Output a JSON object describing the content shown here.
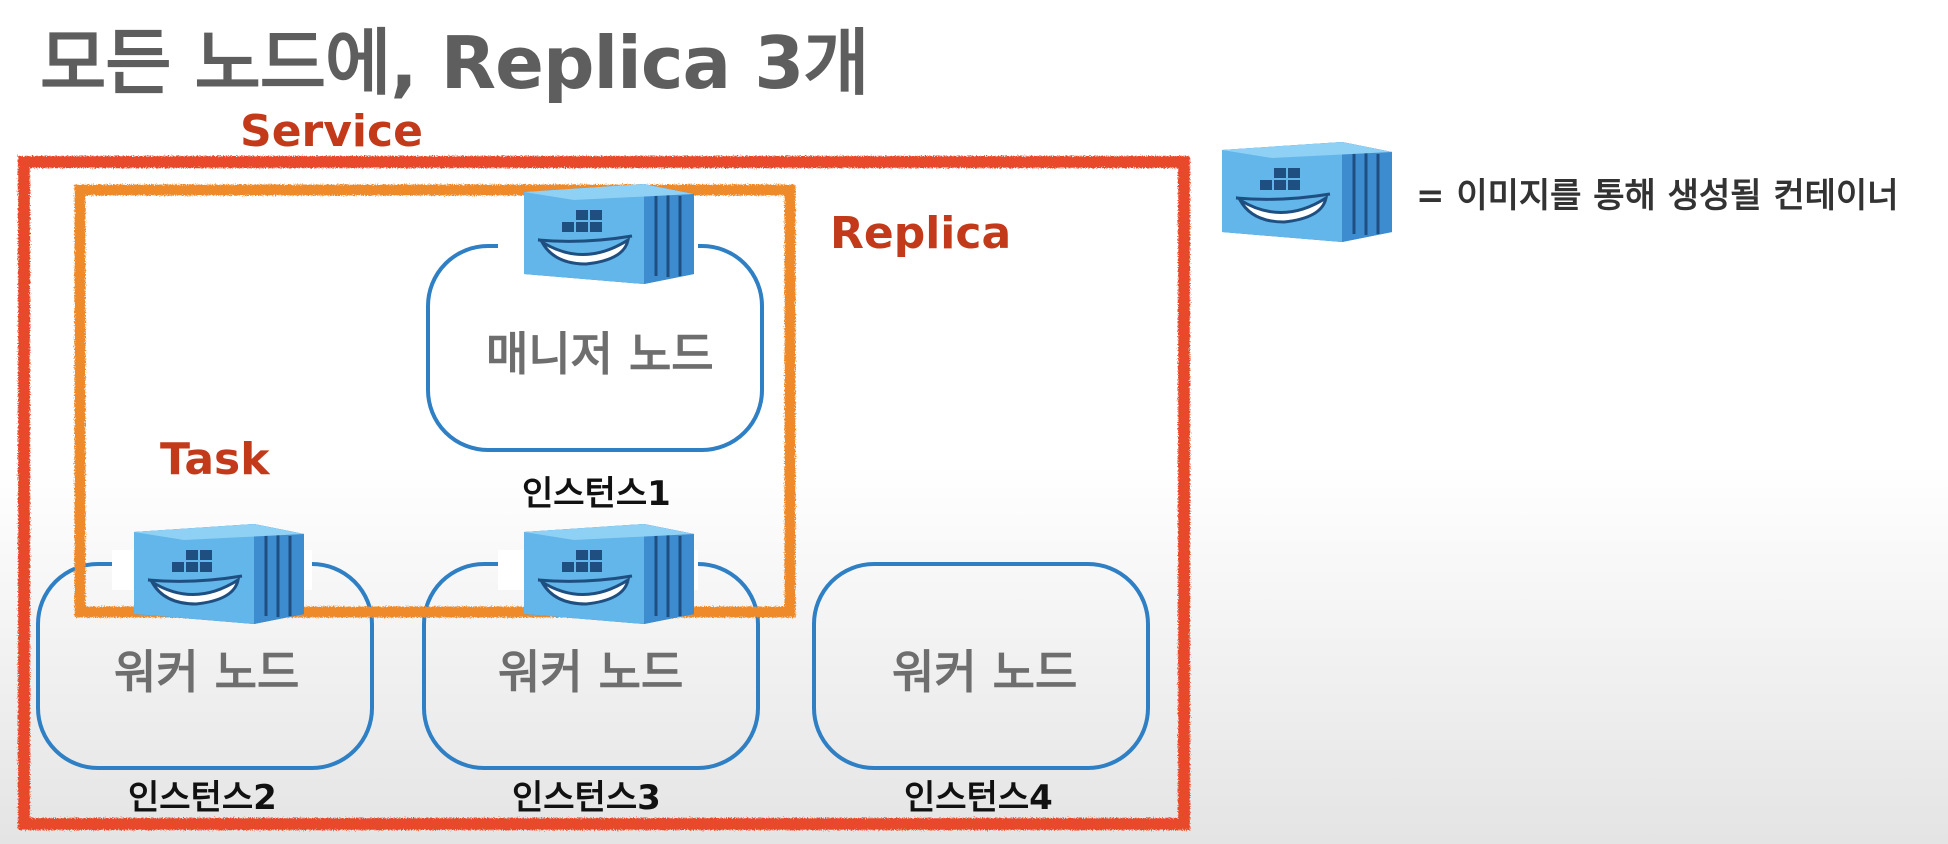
{
  "title": "모든 노드에, Replica 3개",
  "labels": {
    "service": "Service",
    "replica": "Replica",
    "task": "Task"
  },
  "legend": {
    "icon": "docker-container-icon",
    "text": "= 이미지를 통해 생성될 컨테이너"
  },
  "nodes": {
    "manager": {
      "name": "매니저 노드",
      "instance": "인스턴스1"
    },
    "worker1": {
      "name": "워커 노드",
      "instance": "인스턴스2"
    },
    "worker2": {
      "name": "워커 노드",
      "instance": "인스턴스3"
    },
    "worker3": {
      "name": "워커 노드",
      "instance": "인스턴스4"
    }
  },
  "colors": {
    "service_border": "#e8482a",
    "replica_border": "#ef8a2a",
    "node_border": "#2f7fc4",
    "container_blue": "#4aa3df",
    "label_red": "#c23a1a"
  }
}
